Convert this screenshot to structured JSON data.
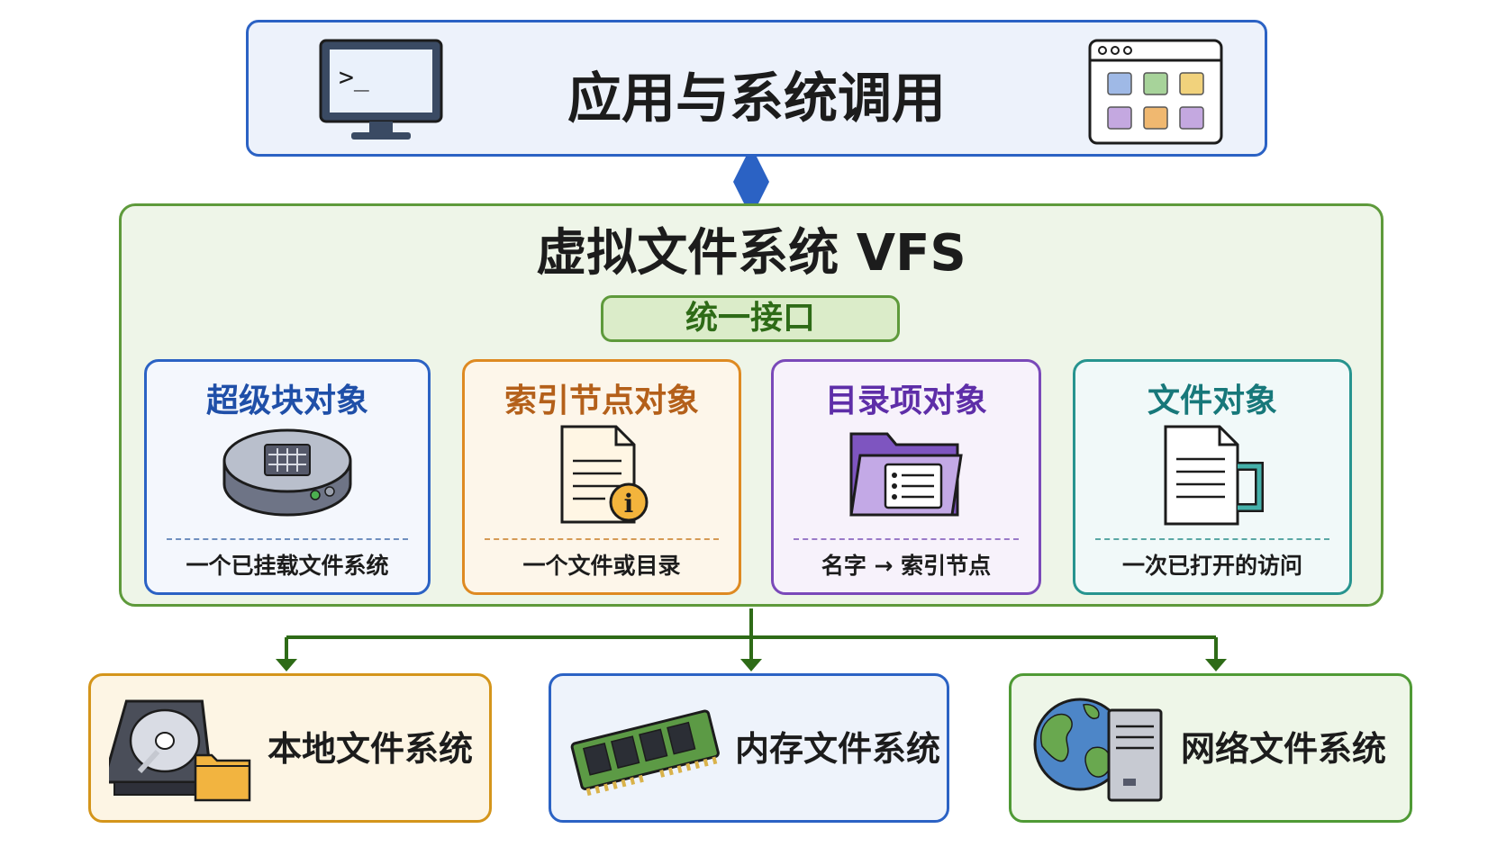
{
  "app": {
    "title": "应用与系统调用",
    "terminal_prompt": ">_"
  },
  "vfs": {
    "title": "虚拟文件系统 VFS",
    "interface_label": "统一接口",
    "objects": [
      {
        "title": "超级块对象",
        "desc": "一个已挂载文件系统",
        "icon": "disk-drive-icon",
        "color": "#2b62c4"
      },
      {
        "title": "索引节点对象",
        "desc": "一个文件或目录",
        "icon": "document-info-icon",
        "color": "#de8a22"
      },
      {
        "title": "目录项对象",
        "desc": "名字 → 索引节点",
        "icon": "folder-list-icon",
        "color": "#7a49b9"
      },
      {
        "title": "文件对象",
        "desc": "一次已打开的访问",
        "icon": "open-file-icon",
        "color": "#27948f"
      }
    ]
  },
  "filesystems": [
    {
      "label": "本地文件系统",
      "icon": "hard-disk-icon",
      "color": "#d4951b"
    },
    {
      "label": "内存文件系统",
      "icon": "ram-module-icon",
      "color": "#2b62c4"
    },
    {
      "label": "网络文件系统",
      "icon": "globe-server-icon",
      "color": "#4f9a35"
    }
  ]
}
